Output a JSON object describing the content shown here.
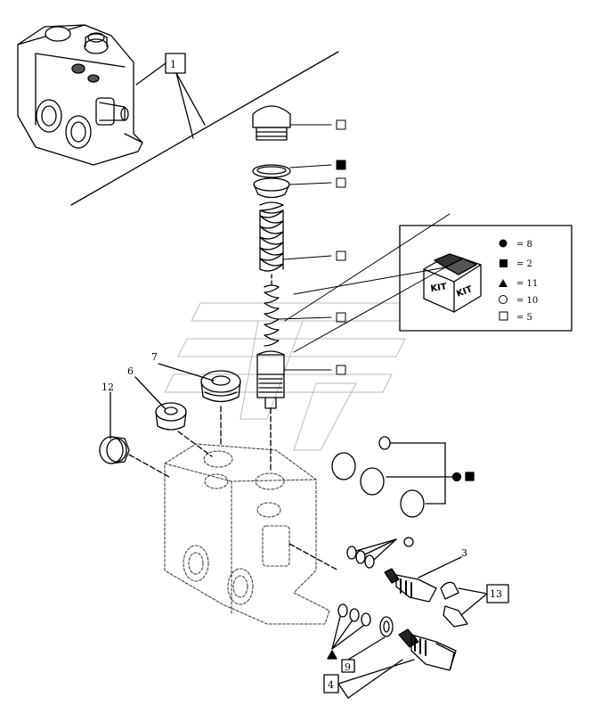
{
  "callouts": {
    "c1": "1",
    "c3": "3",
    "c4": "4",
    "c6": "6",
    "c7": "7",
    "c9": "9",
    "c12": "12",
    "c13": "13"
  },
  "kit_legend": {
    "icon_text": "KIT",
    "entries": [
      {
        "symbol": "filled-circle",
        "text": "= 8"
      },
      {
        "symbol": "filled-square",
        "text": "= 2"
      },
      {
        "symbol": "filled-triangle",
        "text": "= 11"
      },
      {
        "symbol": "open-circle",
        "text": "= 10"
      },
      {
        "symbol": "open-square",
        "text": "= 5"
      }
    ]
  }
}
